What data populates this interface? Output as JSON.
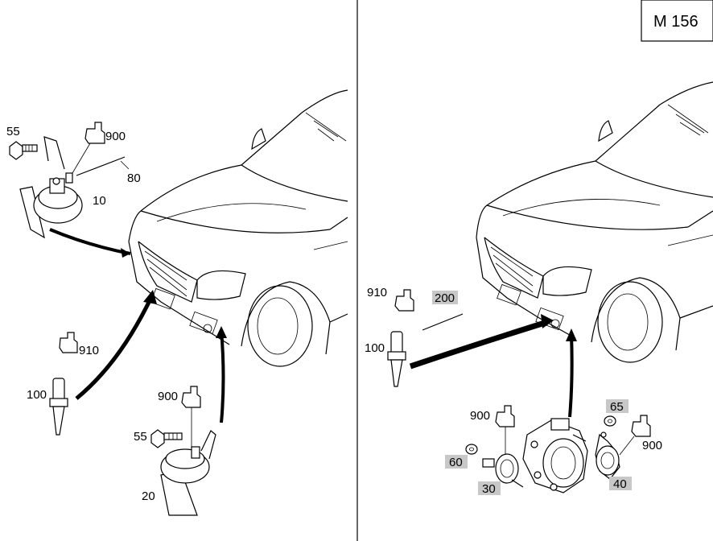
{
  "diagram": {
    "title": "M 156",
    "colors": {
      "label_highlight": "#c8c8c8",
      "line": "#000000",
      "background": "#ffffff"
    },
    "left_panel": {
      "labels": {
        "screw_top": "55",
        "connector_top": "900",
        "cable": "80",
        "horn_top": "10",
        "sensor_connector": "910",
        "sensor": "100",
        "connector_bottom": "900",
        "screw_bottom": "55",
        "horn_bottom": "20"
      }
    },
    "right_panel": {
      "labels": {
        "sensor_connector": "910",
        "cable": "200",
        "sensor": "100",
        "connector_left": "900",
        "washer_left": "60",
        "horn_left": "30",
        "washer_right": "65",
        "connector_right": "900",
        "horn_right": "40"
      }
    }
  }
}
